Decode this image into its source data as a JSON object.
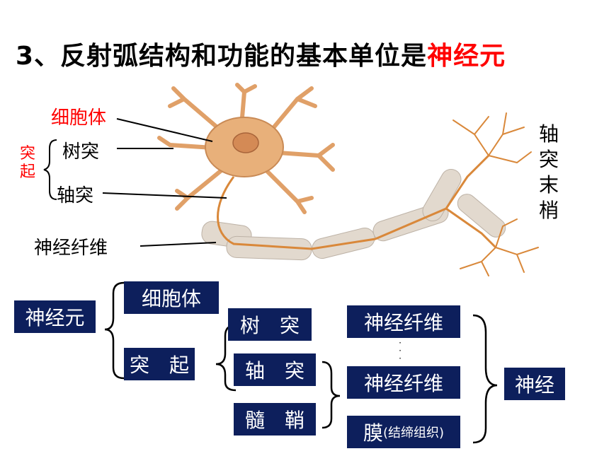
{
  "title": {
    "prefix": "3、反射弧结构和功能的基本单位是",
    "highlight": "神经元"
  },
  "colors": {
    "box_bg": "#0d1f5c",
    "highlight": "#ff0000",
    "neuron_body": "#e8b07a",
    "axon": "#d9883a",
    "sheath": "#d9d2c8"
  },
  "labels": {
    "cell_body": "细胞体",
    "process_group": "突起",
    "dendrite": "树突",
    "axon": "轴突",
    "nerve_fiber": "神经纤维",
    "axon_terminal": "轴突末梢"
  },
  "tree": {
    "root": "神经元",
    "cell_body": "细胞体",
    "process": "突　起",
    "dendrite": "树　突",
    "axon": "轴　突",
    "sheath": "髓　鞘",
    "fiber_top": "神经纤维",
    "dots": "·\n·\n·",
    "fiber_bottom": "神经纤维",
    "membrane": "膜",
    "membrane_note": "(结缔组织)",
    "nerve": "神经"
  }
}
